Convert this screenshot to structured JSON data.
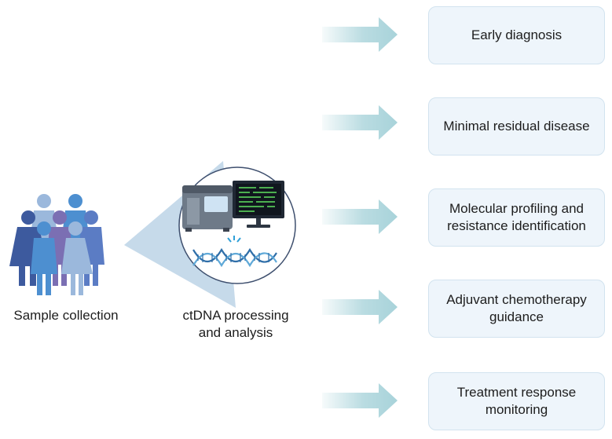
{
  "stages": {
    "sample_collection": "Sample collection",
    "processing_line1": "ctDNA processing",
    "processing_line2": "and analysis"
  },
  "outcomes": [
    {
      "line1": "Early diagnosis",
      "line2": ""
    },
    {
      "line1": "Minimal residual disease",
      "line2": ""
    },
    {
      "line1": "Molecular profiling and",
      "line2": "resistance identification"
    },
    {
      "line1": "Adjuvant chemotherapy",
      "line2": "guidance"
    },
    {
      "line1": "Treatment response",
      "line2": "monitoring"
    }
  ],
  "colors": {
    "arrow": "#a8d3da",
    "box_fill": "#eef5fb",
    "box_border": "#d2e3ef",
    "people": [
      "#3d5a9e",
      "#5b7cc4",
      "#4d8fd0",
      "#6aa6d8",
      "#7b6fb3",
      "#9bb8dc"
    ],
    "magnifier_fill": "#bcd4e6",
    "dna": "#2f6ea8",
    "monitor_code": "#4caf50"
  },
  "icons": [
    "people-group-icon",
    "sequencer-icon",
    "monitor-icon",
    "dna-icon"
  ]
}
